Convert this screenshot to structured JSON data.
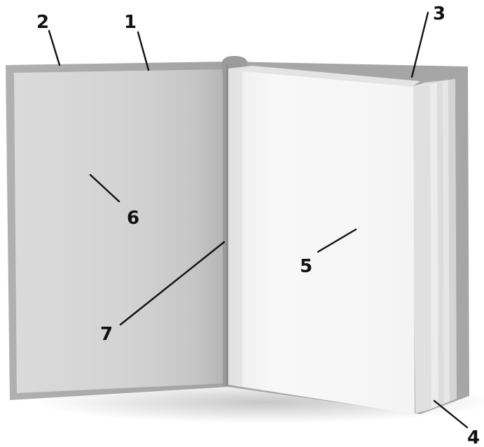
{
  "labels": {
    "l1": "1",
    "l2": "2",
    "l3": "3",
    "l4": "4",
    "l5": "5",
    "l6": "6",
    "l7": "7"
  },
  "colors": {
    "cover": "#a9a9a9",
    "cover_dark": "#8e8e8e",
    "endpaper": "#d2d2d2",
    "page": "#f6f6f6",
    "page_edge": "#e2e2e2",
    "leader_line": "#111111"
  }
}
